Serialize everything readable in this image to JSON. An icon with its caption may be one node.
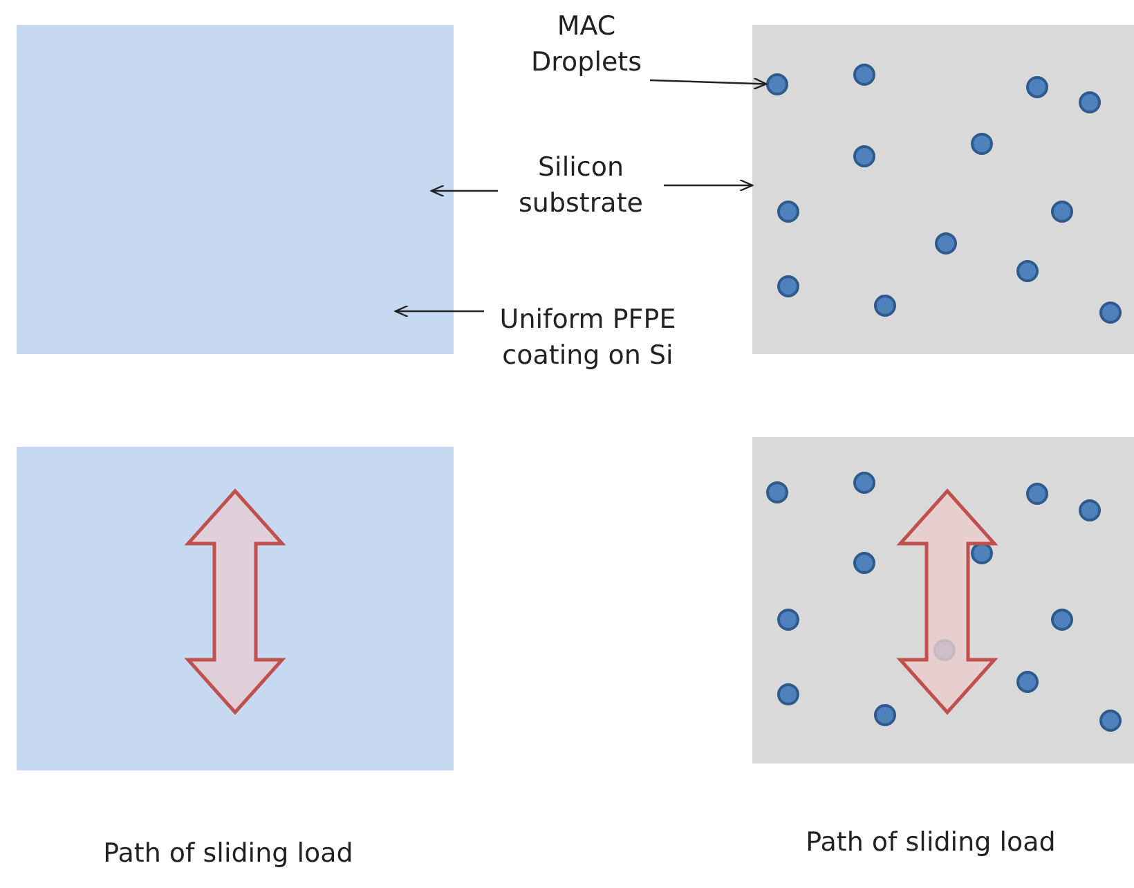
{
  "diagram": {
    "nodes": [
      {
        "text": [],
        "shape": "box"
      },
      {
        "text": [],
        "shape": "box"
      },
      {
        "text": [],
        "shape": "circle",
        "in": 1
      },
      {
        "text": [],
        "shape": "circle",
        "in": 1
      },
      {
        "text": [],
        "shape": "circle",
        "in": 1
      },
      {
        "text": [],
        "shape": "circle",
        "in": 1
      },
      {
        "text": [],
        "shape": "circle",
        "in": 1
      },
      {
        "text": [],
        "shape": "circle",
        "in": 1
      },
      {
        "text": [],
        "shape": "circle",
        "in": 1
      },
      {
        "text": [],
        "shape": "circle",
        "in": 1
      },
      {
        "text": [],
        "shape": "circle",
        "in": 1
      },
      {
        "text": [],
        "shape": "circle",
        "in": 1
      },
      {
        "text": [],
        "shape": "circle",
        "in": 1
      },
      {
        "text": [],
        "shape": "circle",
        "in": 1
      },
      {
        "text": [],
        "shape": "circle",
        "in": 1
      },
      {
        "text": [
          "MAC Droplets"
        ]
      },
      {
        "text": [
          "Silicon substrate"
        ]
      },
      {
        "text": [
          "Uniform PFPE coating on Si"
        ]
      },
      {
        "text": [],
        "shape": "box"
      },
      {
        "text": [],
        "shape": "box"
      },
      {
        "text": [],
        "shape": "circle",
        "in": 19
      },
      {
        "text": [],
        "shape": "circle",
        "in": 19
      },
      {
        "text": [],
        "shape": "circle",
        "in": 19
      },
      {
        "text": [],
        "shape": "circle",
        "in": 19
      },
      {
        "text": [],
        "shape": "circle",
        "in": 19
      },
      {
        "text": [],
        "shape": "circle",
        "in": 19
      },
      {
        "text": [],
        "shape": "circle",
        "in": 19
      },
      {
        "text": [],
        "shape": "circle",
        "in": 19
      },
      {
        "text": [],
        "shape": "circle",
        "in": 19
      },
      {
        "text": [],
        "shape": "circle",
        "in": 19
      },
      {
        "text": [],
        "shape": "circle",
        "in": 19
      },
      {
        "text": [],
        "shape": "circle",
        "in": 19
      },
      {
        "text": [],
        "shape": "circle",
        "in": 19
      }
    ],
    "edges": [
      {
        "from": 15,
        "to": 2,
        "arrow": "to"
      },
      {
        "from": 16,
        "to": 0,
        "arrow": "to"
      },
      {
        "from": 16,
        "to": 1,
        "arrow": "to"
      },
      {
        "from": 17,
        "to": 0,
        "arrow": "to"
      }
    ],
    "labels": [
      "Path of sliding load",
      "Path of sliding load"
    ]
  }
}
